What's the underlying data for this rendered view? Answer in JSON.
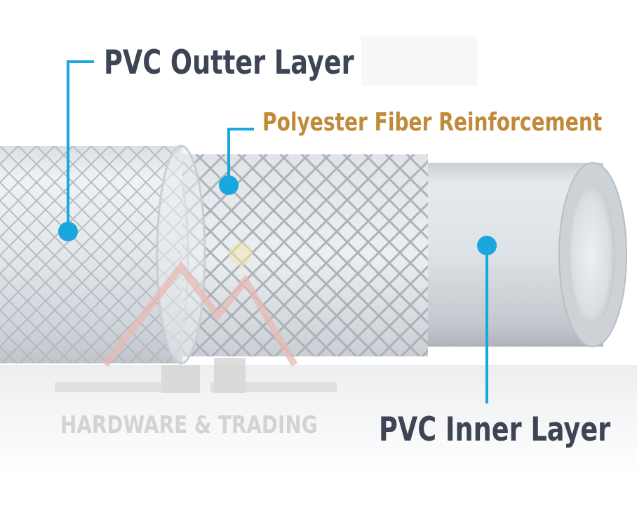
{
  "labels": {
    "outer": "PVC Outter Layer",
    "fiber": "Polyester Fiber Reinforcement",
    "inner": "PVC Inner Layer"
  },
  "watermark": {
    "text": "HARDWARE & TRADING"
  },
  "colors": {
    "leader_line": "#1aa6df",
    "label_dark": "#3d4453",
    "label_gold": "#c08a3a",
    "hose_body": "#e4e9ed",
    "braid": "#b9c0c6",
    "watermark_red": "#e8b9b4",
    "watermark_gray": "#d3d3d3"
  }
}
